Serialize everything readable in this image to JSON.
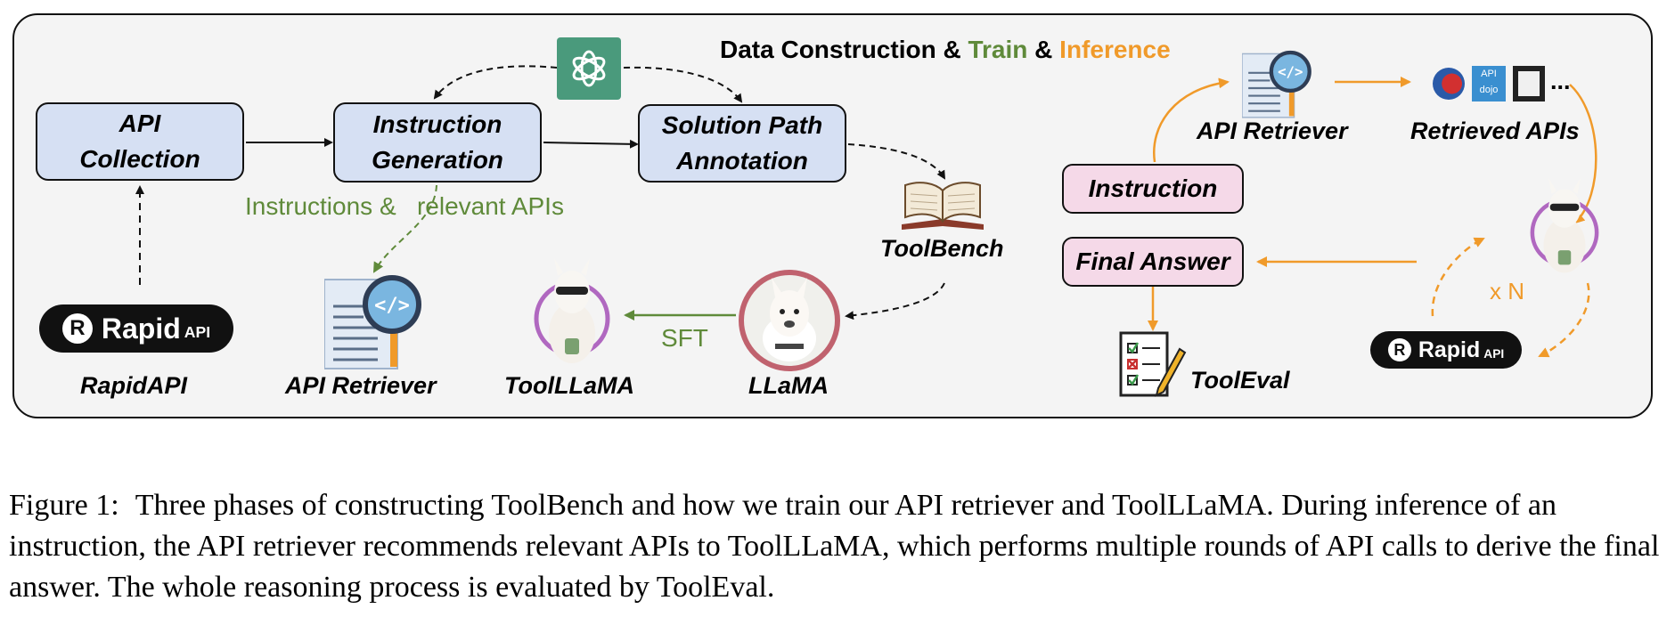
{
  "figure": {
    "title": {
      "part1": "Data Construction & ",
      "part2": "Train",
      "part3": " & ",
      "part4": "Inference"
    },
    "left": {
      "api_collection": "API Collection",
      "instruction_generation": "Instruction Generation",
      "solution_path_annotation": "Solution Path Annotation",
      "instructions_relevant_apis": "Instructions &   relevant APIs",
      "rapidapi_logo_text": "Rapid",
      "rapidapi_logo_small": "API",
      "rapidapi_label": "RapidAPI",
      "api_retriever_label": "API Retriever",
      "toolllama_label": "ToolLLaMA",
      "llama_label": "LLaMA",
      "toolbench_label": "ToolBench",
      "sft_label": "SFT"
    },
    "right": {
      "api_retriever_label": "API Retriever",
      "retrieved_apis_label": "Retrieved APIs",
      "retrieved_ellipsis": "...",
      "instruction": "Instruction",
      "final_answer": "Final Answer",
      "times_n": "x N",
      "tooleval_label": "ToolEval",
      "rapidapi_logo_text": "Rapid",
      "rapidapi_logo_small": "API"
    },
    "colors": {
      "green": "#5f8a3a",
      "orange": "#f09a2a",
      "box_blue": "#d6e0f3",
      "box_pink": "#f5d9e8"
    }
  },
  "caption": {
    "label": "Figure 1:",
    "text": "Three phases of constructing ToolBench and how we train our API retriever and ToolLLaMA. During inference of an instruction, the API retriever recommends relevant APIs to ToolLLaMA, which performs multiple rounds of API calls to derive the final answer. The whole reasoning process is evaluated by ToolEval."
  }
}
